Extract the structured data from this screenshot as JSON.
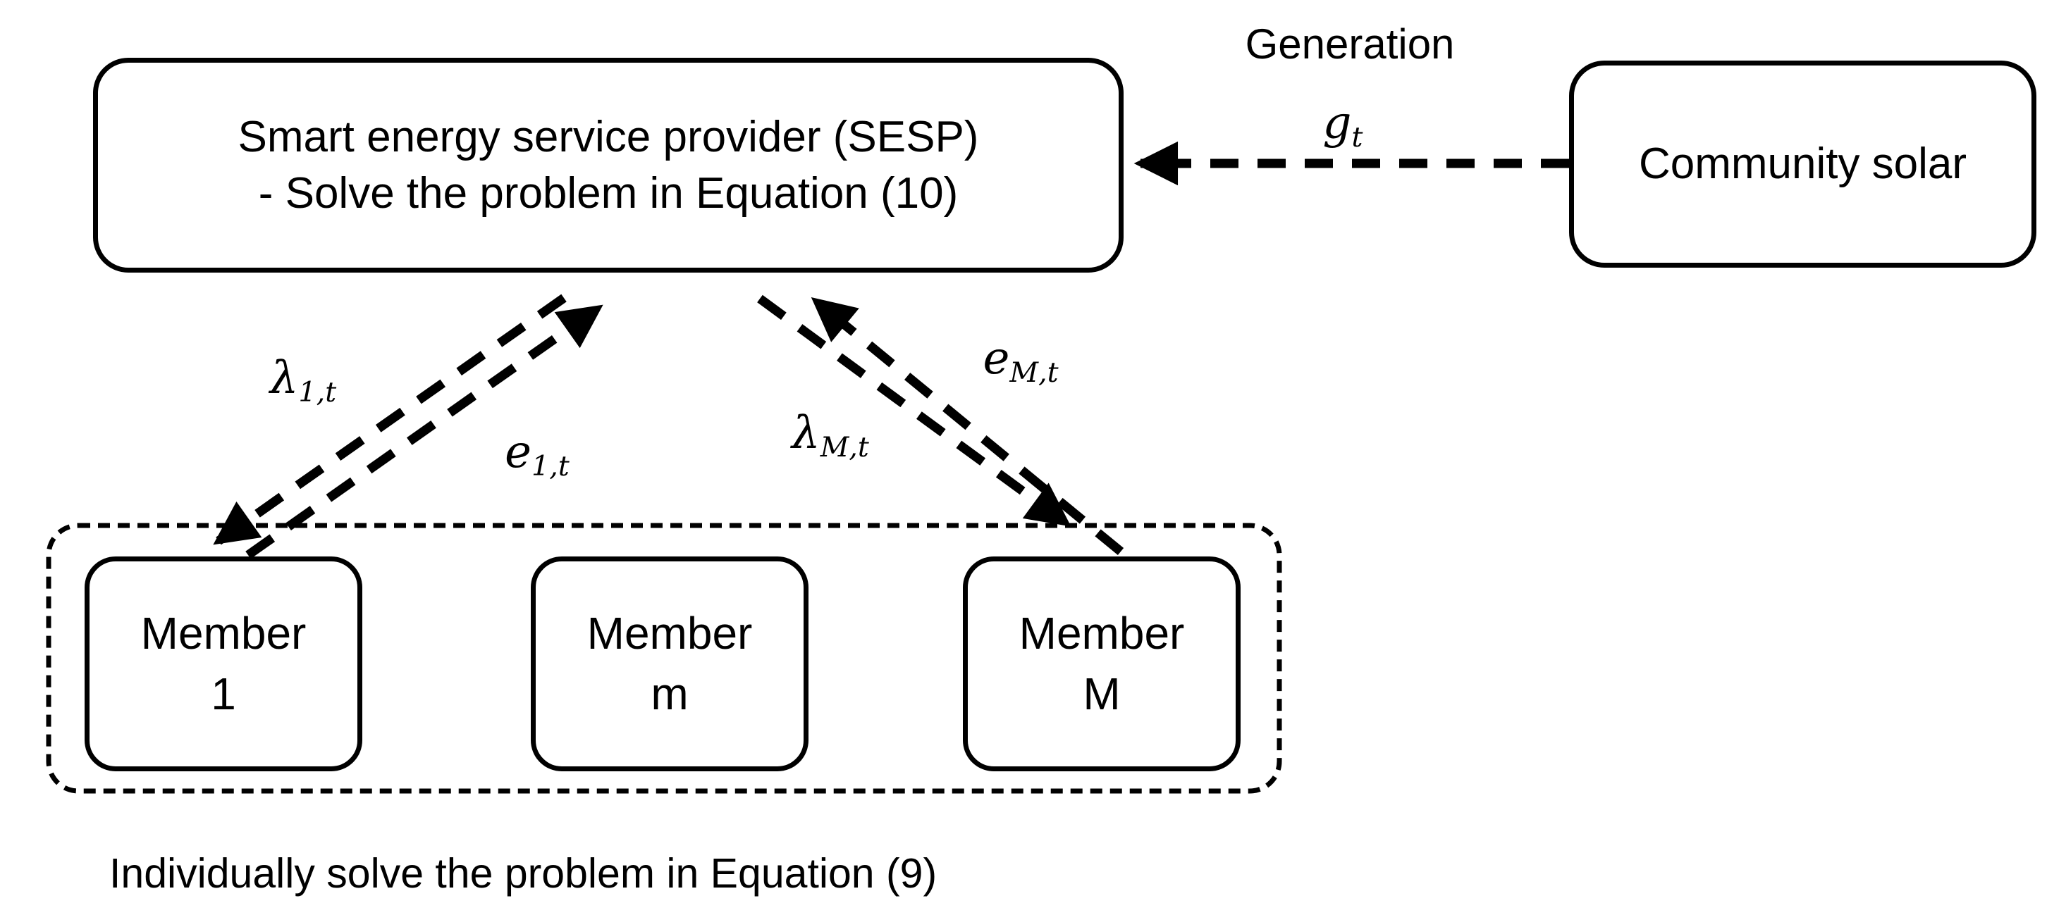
{
  "sesp": {
    "line1": "Smart energy service provider (SESP)",
    "line2": "- Solve the problem in Equation (10)"
  },
  "community": {
    "label": "Community solar"
  },
  "generation": {
    "label": "Generation",
    "symbol": "g",
    "subscript": "t"
  },
  "members": [
    {
      "line1": "Member",
      "line2": "1"
    },
    {
      "line1": "Member",
      "line2": "m"
    },
    {
      "line1": "Member",
      "line2": "M"
    }
  ],
  "caption": "Individually solve the problem in Equation (9)",
  "flows": {
    "lambda1": {
      "symbol": "λ",
      "subscript": "1,t"
    },
    "e1": {
      "symbol": "e",
      "subscript": "1,t"
    },
    "lambdaM": {
      "symbol": "λ",
      "subscript": "M,t"
    },
    "eM": {
      "symbol": "e",
      "subscript": "M,t"
    }
  },
  "colors": {
    "ink": "#000000",
    "background": "#ffffff"
  }
}
